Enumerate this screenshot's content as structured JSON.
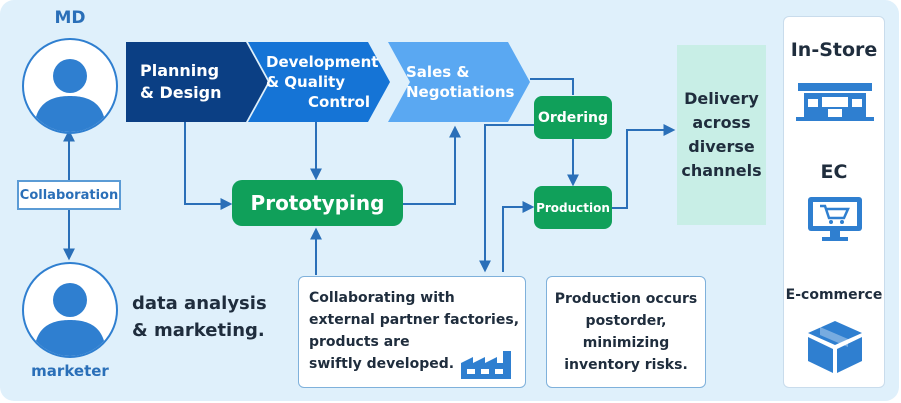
{
  "roles": {
    "md": "MD",
    "marketer": "marketer",
    "collaboration": "Collaboration",
    "marketer_desc": [
      "data analysis",
      "& marketing."
    ]
  },
  "steps": {
    "planning": [
      "Planning",
      "& Design"
    ],
    "development": [
      "Development",
      "& Quality",
      "Control"
    ],
    "sales": [
      "Sales &",
      "Negotiations"
    ],
    "prototyping": "Prototyping",
    "ordering": "Ordering",
    "production": "Production",
    "delivery": [
      "Delivery",
      "across",
      "diverse",
      "channels"
    ]
  },
  "notes": {
    "partners": [
      "Collaborating with",
      "external partner factories,",
      "products are",
      "swiftly developed."
    ],
    "postorder": [
      "Production occurs",
      "postorder,",
      "minimizing",
      "inventory risks."
    ]
  },
  "channels": {
    "instore": "In-Store",
    "ec": "EC",
    "ecommerce": "E-commerce"
  },
  "colors": {
    "planning": "#0b3f84",
    "development": "#1574d6",
    "sales": "#5aa8f2",
    "green": "#10a05a",
    "delivery": "#c8eee6",
    "icon_blue": "#2f7fd0",
    "wire": "#2a6fb8"
  },
  "icons": {
    "md_avatar": "person-icon",
    "marketer_avatar": "person-icon",
    "factory": "factory-icon",
    "store": "store-icon",
    "ec": "monitor-cart-icon",
    "ecommerce": "package-icon"
  }
}
